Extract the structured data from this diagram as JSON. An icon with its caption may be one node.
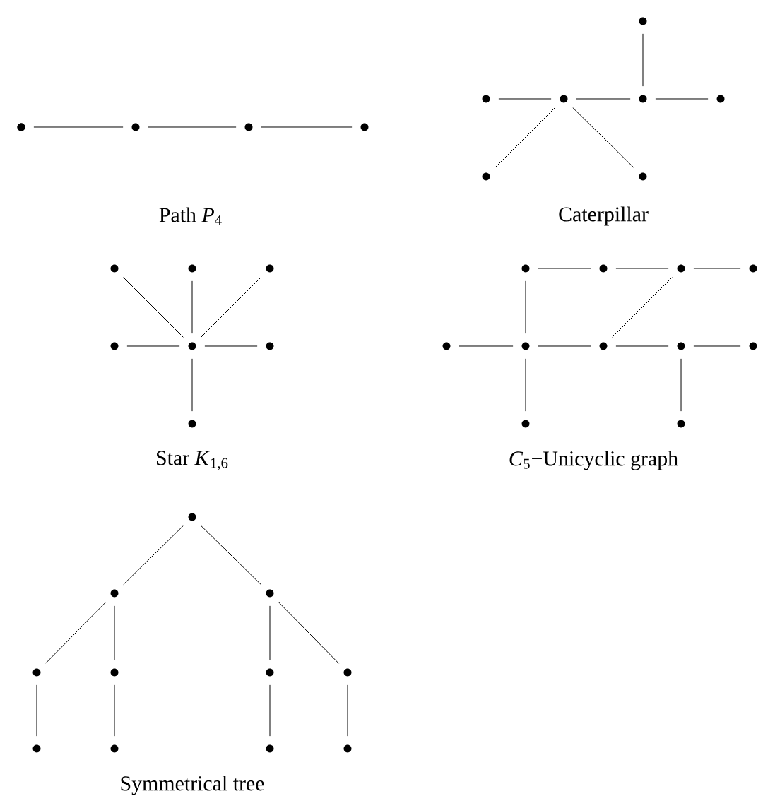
{
  "diagram": {
    "nodes": [
      {
        "text": [],
        "shape": "circle"
      },
      {
        "text": [],
        "shape": "circle"
      },
      {
        "text": [],
        "shape": "circle"
      },
      {
        "text": [],
        "shape": "circle"
      },
      {
        "text": [],
        "shape": "circle"
      },
      {
        "text": [],
        "shape": "circle"
      },
      {
        "text": [],
        "shape": "circle"
      },
      {
        "text": [],
        "shape": "circle"
      },
      {
        "text": [],
        "shape": "circle"
      },
      {
        "text": [],
        "shape": "circle"
      },
      {
        "text": [],
        "shape": "circle"
      },
      {
        "text": [],
        "shape": "circle"
      },
      {
        "text": [],
        "shape": "circle"
      },
      {
        "text": [],
        "shape": "circle"
      },
      {
        "text": [],
        "shape": "circle"
      },
      {
        "text": [],
        "shape": "circle"
      },
      {
        "text": [],
        "shape": "circle"
      },
      {
        "text": [],
        "shape": "circle"
      },
      {
        "text": [],
        "shape": "circle"
      },
      {
        "text": [],
        "shape": "circle"
      },
      {
        "text": [],
        "shape": "circle"
      },
      {
        "text": [],
        "shape": "circle"
      },
      {
        "text": [],
        "shape": "circle"
      },
      {
        "text": [],
        "shape": "circle"
      },
      {
        "text": [],
        "shape": "circle"
      },
      {
        "text": [],
        "shape": "circle"
      },
      {
        "text": [],
        "shape": "circle"
      },
      {
        "text": [],
        "shape": "circle"
      },
      {
        "text": [],
        "shape": "circle"
      },
      {
        "text": [],
        "shape": "circle"
      },
      {
        "text": [],
        "shape": "circle"
      },
      {
        "text": [],
        "shape": "circle"
      },
      {
        "text": [],
        "shape": "circle"
      },
      {
        "text": [],
        "shape": "circle"
      },
      {
        "text": [],
        "shape": "circle"
      },
      {
        "text": [],
        "shape": "circle"
      },
      {
        "text": [],
        "shape": "circle"
      },
      {
        "text": [],
        "shape": "circle"
      },
      {
        "text": [],
        "shape": "circle"
      },
      {
        "text": [],
        "shape": "circle"
      },
      {
        "text": [],
        "shape": "circle"
      }
    ],
    "edges": [
      {
        "from": 0,
        "to": 1,
        "arrow": "none"
      },
      {
        "from": 1,
        "to": 2,
        "arrow": "none"
      },
      {
        "from": 2,
        "to": 3,
        "arrow": "none"
      },
      {
        "from": 4,
        "to": 7,
        "arrow": "none"
      },
      {
        "from": 5,
        "to": 6,
        "arrow": "none"
      },
      {
        "from": 6,
        "to": 7,
        "arrow": "none"
      },
      {
        "from": 7,
        "to": 8,
        "arrow": "none"
      },
      {
        "from": 6,
        "to": 9,
        "arrow": "none"
      },
      {
        "from": 6,
        "to": 10,
        "arrow": "none"
      },
      {
        "from": 11,
        "to": 15,
        "arrow": "none"
      },
      {
        "from": 12,
        "to": 15,
        "arrow": "none"
      },
      {
        "from": 13,
        "to": 15,
        "arrow": "none"
      },
      {
        "from": 14,
        "to": 15,
        "arrow": "none"
      },
      {
        "from": 15,
        "to": 16,
        "arrow": "none"
      },
      {
        "from": 15,
        "to": 17,
        "arrow": "none"
      },
      {
        "from": 18,
        "to": 19,
        "arrow": "none"
      },
      {
        "from": 19,
        "to": 20,
        "arrow": "none"
      },
      {
        "from": 20,
        "to": 21,
        "arrow": "none"
      },
      {
        "from": 18,
        "to": 23,
        "arrow": "none"
      },
      {
        "from": 20,
        "to": 24,
        "arrow": "none"
      },
      {
        "from": 22,
        "to": 23,
        "arrow": "none"
      },
      {
        "from": 23,
        "to": 24,
        "arrow": "none"
      },
      {
        "from": 24,
        "to": 25,
        "arrow": "none"
      },
      {
        "from": 25,
        "to": 26,
        "arrow": "none"
      },
      {
        "from": 23,
        "to": 27,
        "arrow": "none"
      },
      {
        "from": 25,
        "to": 28,
        "arrow": "none"
      },
      {
        "from": 29,
        "to": 30,
        "arrow": "none"
      },
      {
        "from": 29,
        "to": 31,
        "arrow": "none"
      },
      {
        "from": 30,
        "to": 32,
        "arrow": "none"
      },
      {
        "from": 30,
        "to": 33,
        "arrow": "none"
      },
      {
        "from": 31,
        "to": 34,
        "arrow": "none"
      },
      {
        "from": 31,
        "to": 35,
        "arrow": "none"
      },
      {
        "from": 32,
        "to": 36,
        "arrow": "none"
      },
      {
        "from": 33,
        "to": 37,
        "arrow": "none"
      },
      {
        "from": 34,
        "to": 38,
        "arrow": "none"
      },
      {
        "from": 35,
        "to": 39,
        "arrow": "none"
      }
    ],
    "labels": [
      "Path *P*$_{4}$",
      "Caterpillar",
      "Star *K*$_{1,6}$",
      "*C*$_{5}$−Unicyclic graph",
      "Symmetrical tree"
    ]
  }
}
